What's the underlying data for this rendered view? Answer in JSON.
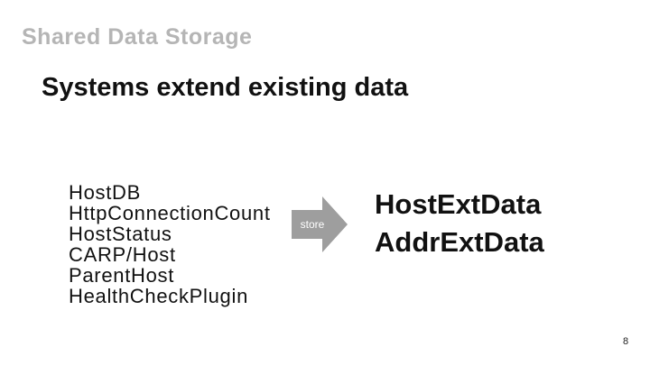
{
  "slide": {
    "title": "Shared Data Storage",
    "subtitle": "Systems extend existing data",
    "source_items": [
      "HostDB",
      "HttpConnectionCount",
      "HostStatus",
      "CARP/Host",
      "ParentHost",
      "HealthCheckPlugin"
    ],
    "arrow_label": "store",
    "target_items": [
      "HostExtData",
      "AddrExtData"
    ],
    "page_number": "8",
    "colors": {
      "background": "#ffffff",
      "title_gray": "#b5b5b5",
      "arrow_gray": "#9e9e9e",
      "text_black": "#111111",
      "arrow_label_white": "#ffffff"
    }
  }
}
